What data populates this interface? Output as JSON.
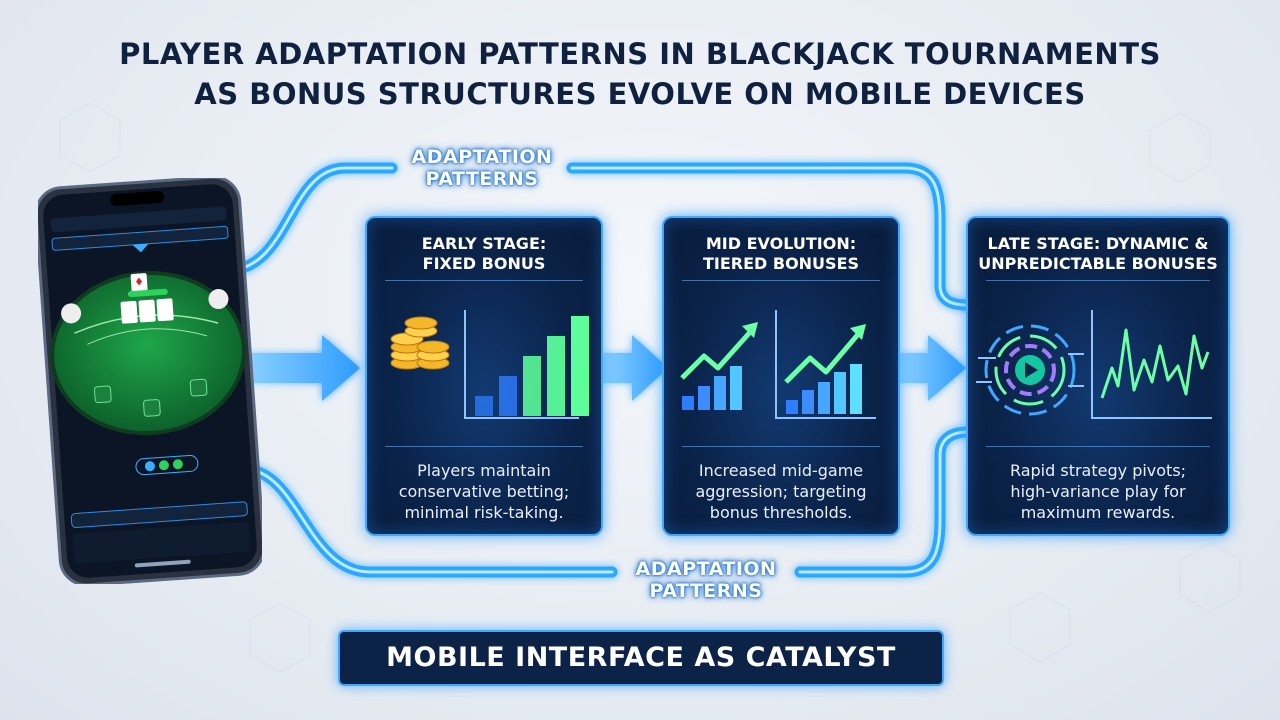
{
  "title": {
    "line1": "PLAYER ADAPTATION PATTERNS IN BLACKJACK TOURNAMENTS",
    "line2": "AS BONUS STRUCTURES EVOLVE ON MOBILE DEVICES"
  },
  "flow": {
    "top_label_line1": "ADAPTATION",
    "top_label_line2": "PATTERNS",
    "bottom_label_line1": "ADAPTATION",
    "bottom_label_line2": "PATTERNS"
  },
  "stages": [
    {
      "title_line1": "EARLY STAGE:",
      "title_line2": "FIXED BONUS",
      "desc_line1": "Players maintain",
      "desc_line2": "conservative betting;",
      "desc_line3": "minimal risk-taking.",
      "icon": "coin-stack-icon",
      "chart_values": [
        1,
        2,
        3,
        4,
        5
      ]
    },
    {
      "title_line1": "MID EVOLUTION:",
      "title_line2": "TIERED BONUSES",
      "desc_line1": "Increased mid-game",
      "desc_line2": "aggression; targeting",
      "desc_line3": "bonus thresholds.",
      "icon": "trend-up-icon"
    },
    {
      "title_line1": "LATE STAGE: DYNAMIC &",
      "title_line2": "UNPREDICTABLE BONUSES",
      "desc_line1": "Rapid strategy pivots;",
      "desc_line2": "high-variance play for",
      "desc_line3": "maximum rewards.",
      "icon": "dynamic-play-icon"
    }
  ],
  "footer": {
    "label": "MOBILE INTERFACE AS CATALYST"
  },
  "colors": {
    "accent": "#3fa8ff",
    "card_bg": "#0b234a",
    "chart_blue": "#2e7dff",
    "chart_green": "#5dff9a",
    "title": "#10213f"
  }
}
